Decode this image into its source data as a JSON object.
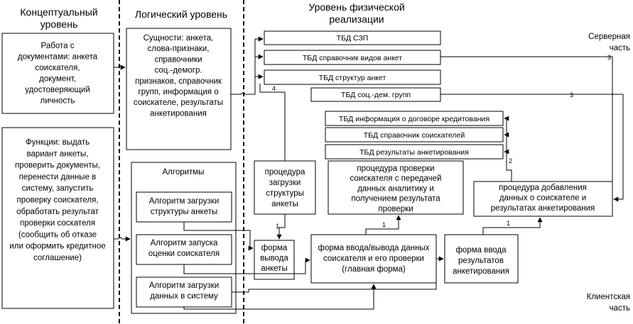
{
  "headers": {
    "conceptual": "Концептуальный уровень",
    "logical": "Логический уровень",
    "physical": "Уровень физической реализации"
  },
  "side_labels": {
    "server": "Серверная часть",
    "client": "Клиентская часть"
  },
  "conceptual": {
    "documents": "Работа с документами: анкета соискателя, документ, удостоверяющий личность",
    "functions": "Функции: выдать вариант анкеты, проверить документы, перенести данные в систему, запустить проверку соискателя, обработать результат проверки соскателя (сообщить об отказе или оформить кредитное соглашение)"
  },
  "logical": {
    "entities": "Сущности: анкета, слова-признаки, справочники соц.-демогр. признаков, справочник групп, информация о соискателе, результаты анкетирования",
    "algorithms_title": "Алгоритмы",
    "alg_load_structure": "Алгоритм загрузки структуры анкеты",
    "alg_start_eval": "Алгоритм запуска оценки соискателя",
    "alg_load_data": "Алгоритм загрузки данных в систему"
  },
  "tables": {
    "szp": "ТБД СЗП",
    "anket_types": "ТБД справочник видов анкет",
    "anket_structures": "ТБД структур анкет",
    "socdem_groups": "ТБД соц.-дем. групп",
    "credit_info": "ТБД информация о договоре кредитования",
    "applicants": "ТБД справочник соискателей",
    "results": "ТБД результаты анкетирования"
  },
  "procedures": {
    "load_structure": "процедура загрузки структуры анкеты",
    "check_applicant": "процедура проверки соискателя с передачей данных аналитику и получением результата проверки",
    "add_data": "процедура добавления данных о соискателе и результатах анкетирования"
  },
  "forms": {
    "output_anket": "форма вывода анкеты",
    "main_form": "форма ввода/вывода данных соискателя и его проверки (главная форма)",
    "input_results": "форма ввода результатов анкетирования"
  },
  "cardinality": {
    "anket_types_line": "3",
    "socdem_line": "3",
    "entities_line": "4",
    "results_line": "2",
    "output_form": "1",
    "main_form": "1",
    "add_data": "1"
  }
}
